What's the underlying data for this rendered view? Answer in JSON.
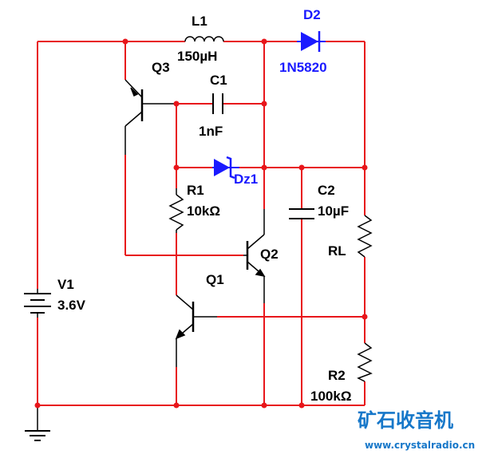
{
  "components": {
    "L1": {
      "ref": "L1",
      "value": "150µH"
    },
    "D2": {
      "ref": "D2",
      "value": "1N5820"
    },
    "Q3": {
      "ref": "Q3"
    },
    "C1": {
      "ref": "C1",
      "value": "1nF"
    },
    "Dz1": {
      "ref": "Dz1"
    },
    "R1": {
      "ref": "R1",
      "value": "10kΩ"
    },
    "C2": {
      "ref": "C2",
      "value": "10µF"
    },
    "RL": {
      "ref": "RL"
    },
    "Q2": {
      "ref": "Q2"
    },
    "Q1": {
      "ref": "Q1"
    },
    "V1": {
      "ref": "V1",
      "value": "3.6V"
    },
    "R2": {
      "ref": "R2",
      "value": "100kΩ"
    }
  },
  "watermark": {
    "logo_text": "矿石收音机",
    "url": "www.crystalradio.cn"
  },
  "colors": {
    "wire": "#e8161b",
    "part": "#000000",
    "diode": "#1a1aff",
    "junction": "#e8161b",
    "watermark": "#1677c9"
  }
}
